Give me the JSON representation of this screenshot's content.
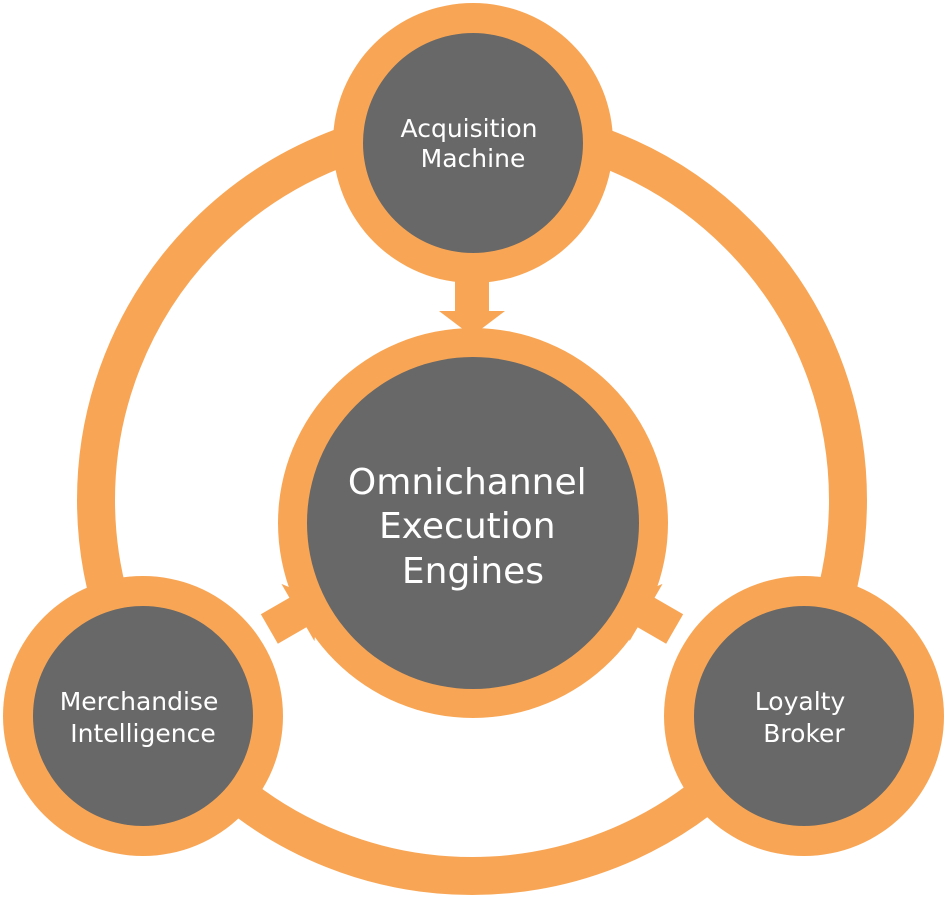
{
  "colors": {
    "ring": "#F8A655",
    "node_fill": "#686868",
    "text": "#FFFFFF"
  },
  "center": {
    "lines": [
      "Omnichannel",
      "Execution",
      "Engines"
    ]
  },
  "nodes": {
    "top": {
      "lines": [
        "Acquisition",
        "Machine"
      ]
    },
    "left": {
      "lines": [
        "Merchandise",
        "Intelligence"
      ]
    },
    "right": {
      "lines": [
        "Loyalty",
        "Broker"
      ]
    }
  }
}
